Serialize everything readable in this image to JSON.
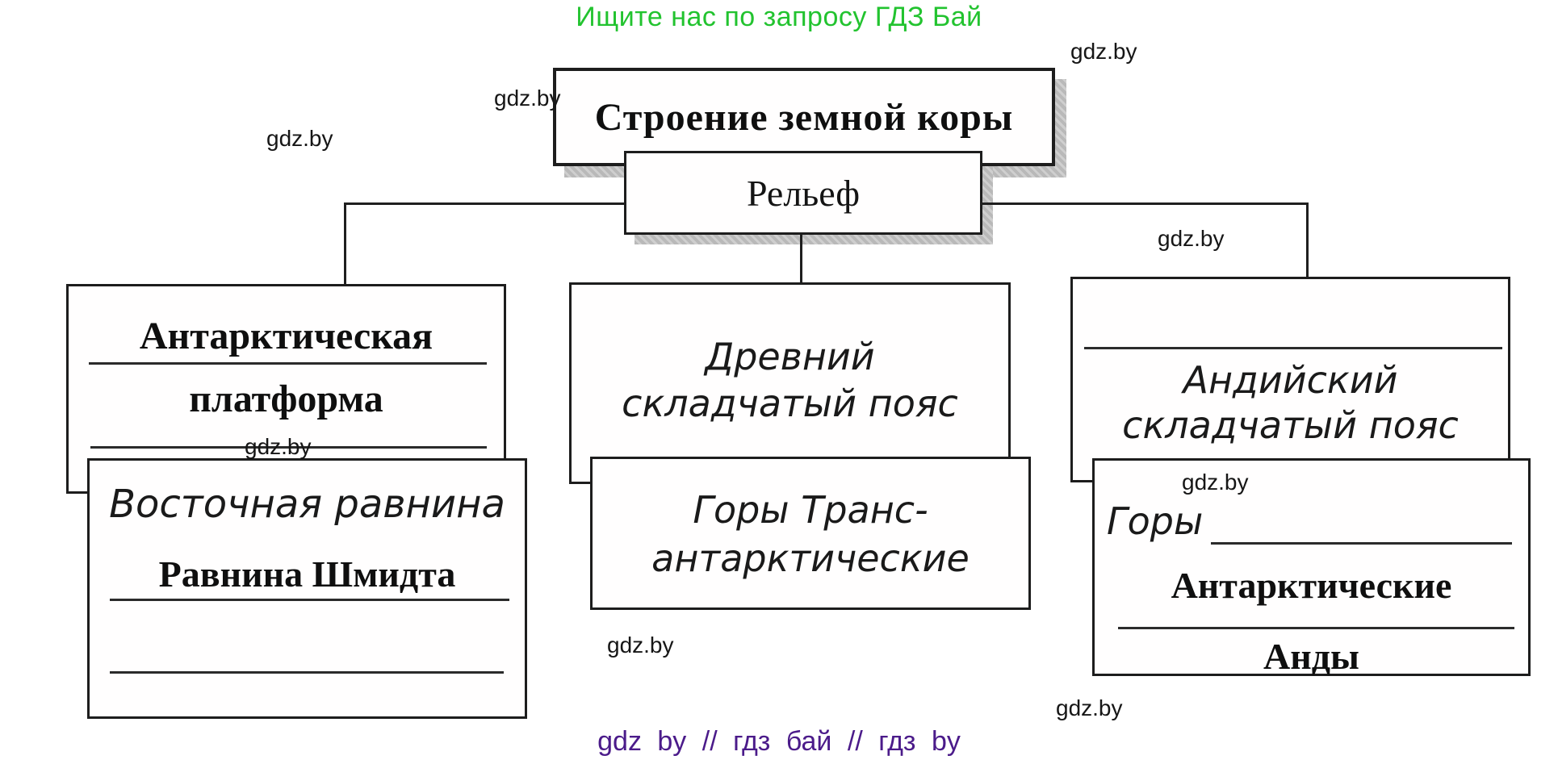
{
  "promo": {
    "text": "Ищите нас по запросу ГДЗ Бай",
    "color": "#22c32f"
  },
  "footer": {
    "text": "gdz by  //  гдз бай  //  гдз by",
    "color": "#4b1b8a"
  },
  "watermark": {
    "text": "gdz.by"
  },
  "diagram": {
    "title": "Строение земной коры",
    "root": "Рельеф",
    "left_top": {
      "line1": "Антарктическая",
      "line2": "платформа"
    },
    "left_bottom": {
      "line1": "Восточная равнина",
      "line2": "Равнина Шмидта"
    },
    "mid_top": {
      "line1": "Древний",
      "line2": "складчатый пояс"
    },
    "mid_bottom": {
      "line1": "Горы Транс-",
      "line2": "антарктические"
    },
    "right_top": {
      "line1": "Андийский",
      "line2": "складчатый пояс"
    },
    "right_bottom": {
      "prefix": "Горы",
      "line1": "Антарктические",
      "line2": "Анды"
    }
  },
  "colors": {
    "ink": "#1d1d1d",
    "box_bg": "#fffefe",
    "shadow_gray": "#c2c2c2"
  }
}
